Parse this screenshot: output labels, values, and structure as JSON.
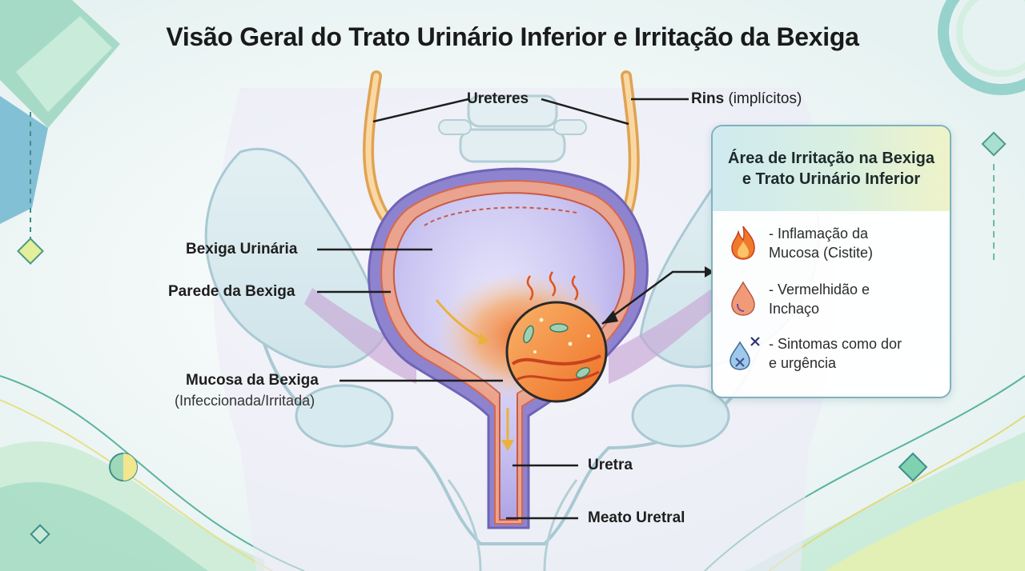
{
  "title": "Visão Geral do Trato Urinário Inferior e Irritação da Bexiga",
  "labels": {
    "ureters": "Ureteres",
    "kidneys_bold": "Rins",
    "kidneys_note": "(implícitos)",
    "bladder": "Bexiga Urinária",
    "bladder_wall": "Parede da Bexiga",
    "mucosa": "Mucosa da Bexiga",
    "mucosa_note": "(Infeccionada/Irritada)",
    "urethra": "Uretra",
    "meatus": "Meato Uretral"
  },
  "panel": {
    "title": "Área de Irritação na Bexiga e Trato Urinário Inferior",
    "items": [
      {
        "icon": "flame-icon",
        "line1": "- Inflamação da",
        "line2": "Mucosa (Cistite)"
      },
      {
        "icon": "drop-icon",
        "line1": "- Vermelhidão e",
        "line2": "Inchaço"
      },
      {
        "icon": "pain-drop-icon",
        "line1": "- Sintomas como dor",
        "line2": "e urgência"
      }
    ]
  },
  "colors": {
    "accent_green": "#6cc49a",
    "accent_teal": "#4aa6b5",
    "bladder_purple": "#9b8fd6",
    "inflammation_orange": "#f2852e"
  }
}
